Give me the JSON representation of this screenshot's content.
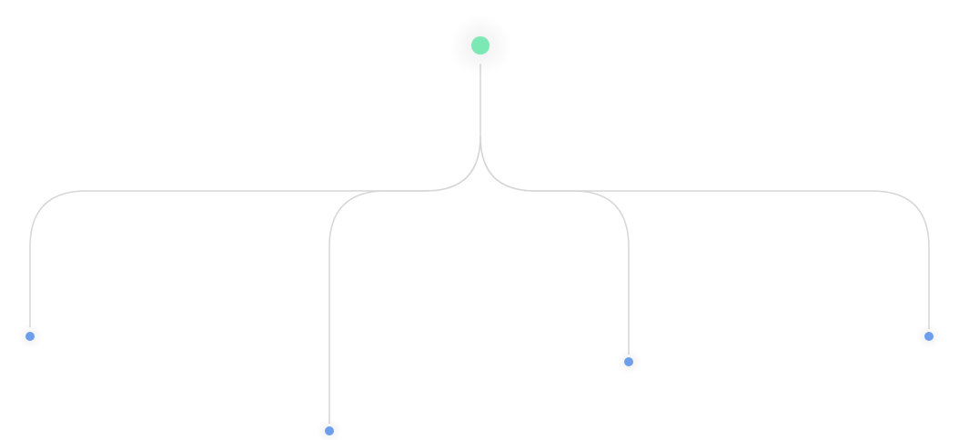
{
  "diagram": {
    "type": "tree",
    "root": {
      "id": "root",
      "color": "#7ce8b4"
    },
    "children": [
      {
        "id": "child-1",
        "color": "#6d9eec"
      },
      {
        "id": "child-2",
        "color": "#6d9eec"
      },
      {
        "id": "child-3",
        "color": "#6d9eec"
      },
      {
        "id": "child-4",
        "color": "#6d9eec"
      }
    ],
    "edge_color": "#d6d6d6",
    "background": "#ffffff"
  }
}
